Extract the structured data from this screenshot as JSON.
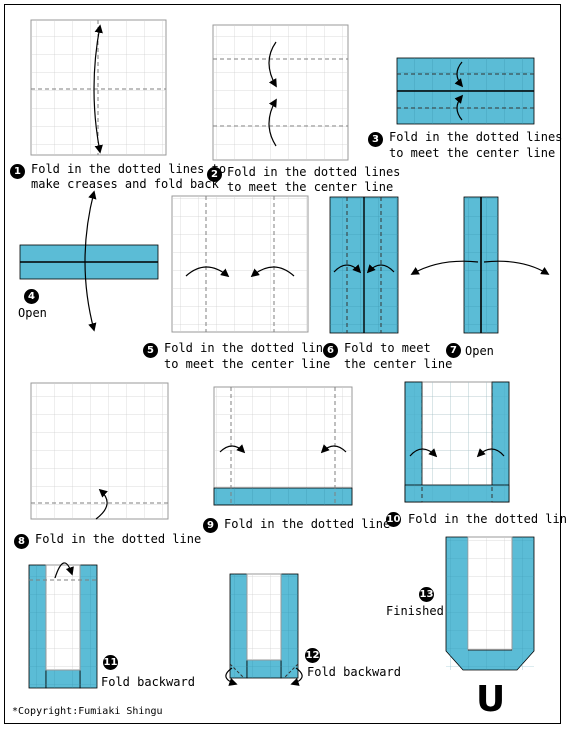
{
  "colors": {
    "paper_blue": "#5bbcd6",
    "grid": "#cfcfcf",
    "ink": "#000000",
    "dash": "#7f7f7f"
  },
  "steps": [
    {
      "num": "1",
      "line1": "Fold in the dotted lines to",
      "line2": "make creases and fold back"
    },
    {
      "num": "2",
      "line1": "Fold in the dotted lines",
      "line2": "to meet the center line"
    },
    {
      "num": "3",
      "line1": "Fold in the dotted lines",
      "line2": "to meet the center line"
    },
    {
      "num": "4",
      "line1": "Open"
    },
    {
      "num": "5",
      "line1": "Fold in the dotted lines",
      "line2": "to meet the center line"
    },
    {
      "num": "6",
      "line1": "Fold to meet",
      "line2": "the center line"
    },
    {
      "num": "7",
      "line1": "Open"
    },
    {
      "num": "8",
      "line1": "Fold in the dotted line"
    },
    {
      "num": "9",
      "line1": "Fold in the dotted line"
    },
    {
      "num": "10",
      "line1": "Fold in the dotted line"
    },
    {
      "num": "11",
      "line1": "Fold backward"
    },
    {
      "num": "12",
      "line1": "Fold backward"
    },
    {
      "num": "13",
      "line1": "Finished"
    }
  ],
  "result_letter": "U",
  "copyright": "*Copyright:Fumiaki Shingu"
}
